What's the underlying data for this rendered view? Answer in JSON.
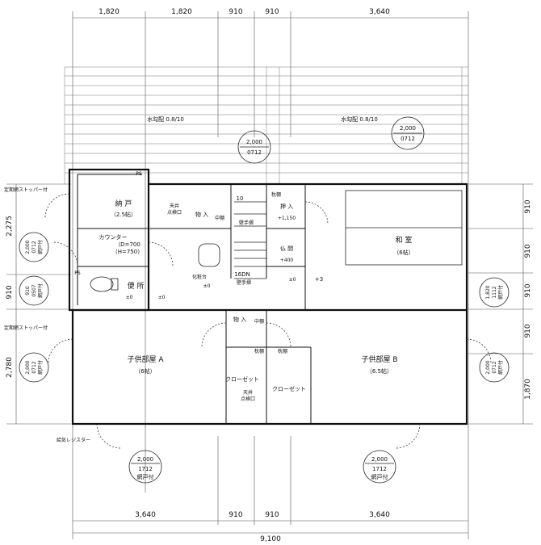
{
  "dimensions": {
    "top": [
      "1,820",
      "1,820",
      "910",
      "910",
      "3,640"
    ],
    "bottom": [
      "3,640",
      "910",
      "910",
      "3,640"
    ],
    "total": "9,100",
    "left": [
      "2,275",
      "910",
      "2,780"
    ],
    "right": [
      "910",
      "910",
      "910",
      "910",
      "1,870"
    ]
  },
  "roof": {
    "slope_left": "水勾配 0.8/10",
    "slope_right": "水勾配 0.8/10"
  },
  "windows": {
    "top_center": {
      "size": "2,000",
      "code": "0712"
    },
    "top_right": {
      "size": "2,000",
      "code": "0712"
    },
    "left_upper": {
      "size": "2,000",
      "code": "0712",
      "note": "網戸付"
    },
    "left_small": {
      "size": "910",
      "code": "0507",
      "note": "網戸付"
    },
    "left_lower": {
      "size": "2,000",
      "code": "0712",
      "note": "網戸付"
    },
    "right_small": {
      "size": "1,820",
      "code": "1112",
      "note": "網戸付"
    },
    "right_lower": {
      "size": "2,000",
      "code": "0712",
      "note": "網戸付"
    },
    "bottom_left": {
      "size": "2,000",
      "code": "1712",
      "note": "網戸付"
    },
    "bottom_right": {
      "size": "2,000",
      "code": "1712",
      "note": "網戸付"
    }
  },
  "rooms": {
    "storage": {
      "name": "納 戸",
      "size": "（2.5帖）"
    },
    "counter": {
      "name": "カウンター",
      "d": "（D=700",
      "h": "（H=750）"
    },
    "toilet": "便 所",
    "washbasin": "化粧台",
    "stairs": "16DN",
    "stairs_rail": "壁手摺",
    "closet_top": "物 入",
    "oshiire": "押 入",
    "butsuma": "仏 間",
    "washitsu": {
      "name": "和 室",
      "size": "（6帖）"
    },
    "closet_mid": "物 入",
    "child_a": {
      "name": "子供部屋 A",
      "size": "（6帖）"
    },
    "child_b": {
      "name": "子供部屋 B",
      "size": "（6.5帖）"
    },
    "closet_a": "クローゼット",
    "closet_b": "クローゼット"
  },
  "notes": {
    "stopper_top": "定期網ストッパー付",
    "stopper_bottom": "定期網ストッパー付",
    "register": "給気レジスター",
    "ceiling_hatch": "天井",
    "ceiling_hatch2": "点検口",
    "ceiling_hatch3": "天井",
    "ceiling_hatch4": "点検口",
    "shelf": "中棚",
    "shelf2": "中棚",
    "pillow": "枕棚",
    "pillow2": "枕棚",
    "pillow3": "枕棚",
    "stair_rail2": "壁手摺",
    "ps": "PS",
    "ps2": "PS",
    "level_0a": "±0",
    "level_0b": "±0",
    "level_0c": "±0",
    "level_0d": "±0",
    "level_3": "+3",
    "level_150": "+1,150",
    "level_400": "+400",
    "num_10": "10"
  }
}
